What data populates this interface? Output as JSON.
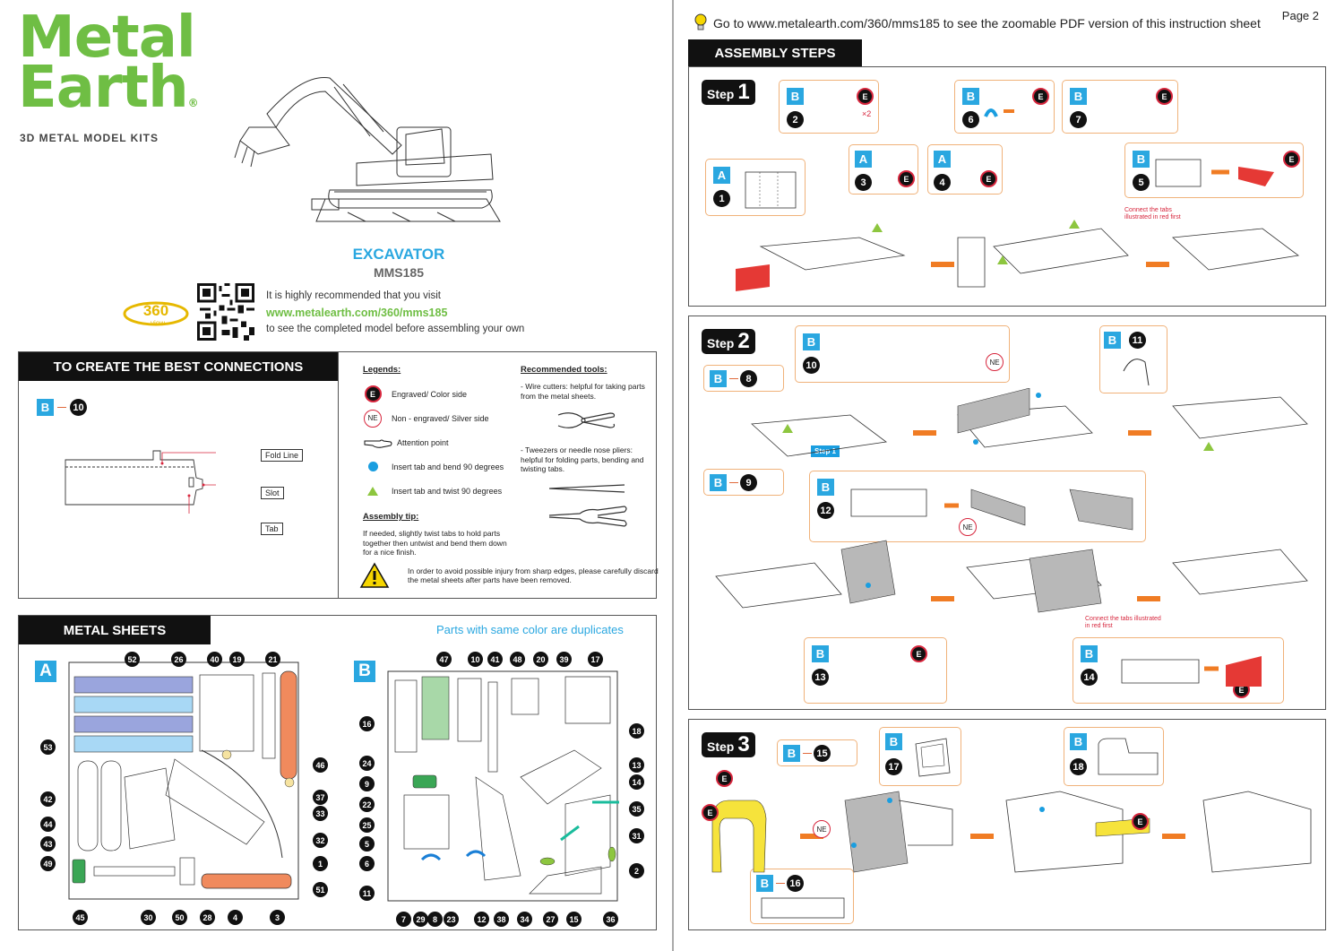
{
  "brand": {
    "logo_line1": "Metal",
    "logo_line2": "Earth",
    "trademark": "®",
    "tagline": "3D METAL MODEL KITS",
    "brand_color": "#6fbe44",
    "accent_color": "#2aa7e0"
  },
  "product": {
    "name": "EXCAVATOR",
    "code": "MMS185",
    "badge_360": "360",
    "badge_view": "view",
    "visit_line1": "It is highly recommended that you visit",
    "visit_url": "www.metalearth.com/360/mms185",
    "visit_line3": "to see the completed model before assembling your own"
  },
  "connections": {
    "title": "TO CREATE THE BEST CONNECTIONS",
    "example_sheet": "B",
    "example_part": "10",
    "labels": {
      "fold": "Fold Line",
      "slot": "Slot",
      "tab": "Tab"
    },
    "legends_title": "Legends:",
    "legends": [
      {
        "icon": "E",
        "text": "Engraved/ Color side"
      },
      {
        "icon": "NE",
        "text": "Non - engraved/ Silver side"
      },
      {
        "icon": "pointing-hand-icon",
        "text": "Attention point"
      },
      {
        "icon": "blue-dot-icon",
        "text": "Insert tab and bend 90 degrees"
      },
      {
        "icon": "green-triangle-icon",
        "text": "Insert tab and twist 90 degrees"
      }
    ],
    "tip_title": "Assembly tip:",
    "tip_text": "If needed, slightly twist tabs to hold parts together then untwist and bend them down for a nice finish.",
    "tools_title": "Recommended tools:",
    "tool1": "- Wire cutters: helpful for taking parts from the metal sheets.",
    "tool2": "- Tweezers or needle nose pliers: helpful for folding parts, bending and twisting tabs.",
    "warning": "In order to avoid possible injury from sharp edges, please carefully discard the metal sheets after parts have been removed."
  },
  "sheets": {
    "title": "METAL SHEETS",
    "note": "Parts with same color are duplicates",
    "sheet_a": "A",
    "sheet_b": "B",
    "a_top": [
      "52",
      "26",
      "40",
      "19",
      "21"
    ],
    "a_left": [
      "53",
      "42",
      "44",
      "43",
      "49"
    ],
    "a_right": [
      "46",
      "37",
      "33",
      "32",
      "1",
      "51"
    ],
    "a_bottom": [
      "45",
      "30",
      "50",
      "28",
      "4",
      "3"
    ],
    "b_top": [
      "47",
      "10",
      "41",
      "48",
      "20",
      "39",
      "17"
    ],
    "b_left": [
      "16",
      "24",
      "9",
      "22",
      "25",
      "5",
      "6",
      "11"
    ],
    "b_right": [
      "18",
      "13",
      "14",
      "35",
      "31",
      "2"
    ],
    "b_bottom": [
      "7",
      "29",
      "8",
      "23",
      "12",
      "38",
      "34",
      "27",
      "15",
      "36"
    ]
  },
  "right_page": {
    "note": "Go to www.metalearth.com/360/mms185 to see the zoomable PDF version of this instruction sheet",
    "page": "Page 2",
    "steps_title": "ASSEMBLY STEPS",
    "step_word": "Step",
    "step1": {
      "num": "1",
      "parts": [
        {
          "sheet": "A",
          "part": "1"
        },
        {
          "sheet": "B",
          "part": "2",
          "extra": "×2"
        },
        {
          "sheet": "A",
          "part": "3"
        },
        {
          "sheet": "A",
          "part": "4"
        },
        {
          "sheet": "B",
          "part": "5"
        },
        {
          "sheet": "B",
          "part": "6"
        },
        {
          "sheet": "B",
          "part": "7"
        }
      ],
      "red_note": "Connect the tabs illustrated in red first"
    },
    "step2": {
      "num": "2",
      "parts": [
        {
          "sheet": "B",
          "part": "8"
        },
        {
          "sheet": "B",
          "part": "9"
        },
        {
          "sheet": "B",
          "part": "10"
        },
        {
          "sheet": "B",
          "part": "11"
        },
        {
          "sheet": "B",
          "part": "12"
        },
        {
          "sheet": "B",
          "part": "13"
        },
        {
          "sheet": "B",
          "part": "14"
        }
      ],
      "step_ref": "Step 1",
      "red_note": "Connect the tabs illustrated in red first"
    },
    "step3": {
      "num": "3",
      "parts": [
        {
          "sheet": "B",
          "part": "15"
        },
        {
          "sheet": "B",
          "part": "16"
        },
        {
          "sheet": "B",
          "part": "17"
        },
        {
          "sheet": "B",
          "part": "18"
        }
      ]
    },
    "side_e": "E",
    "side_ne": "NE"
  }
}
